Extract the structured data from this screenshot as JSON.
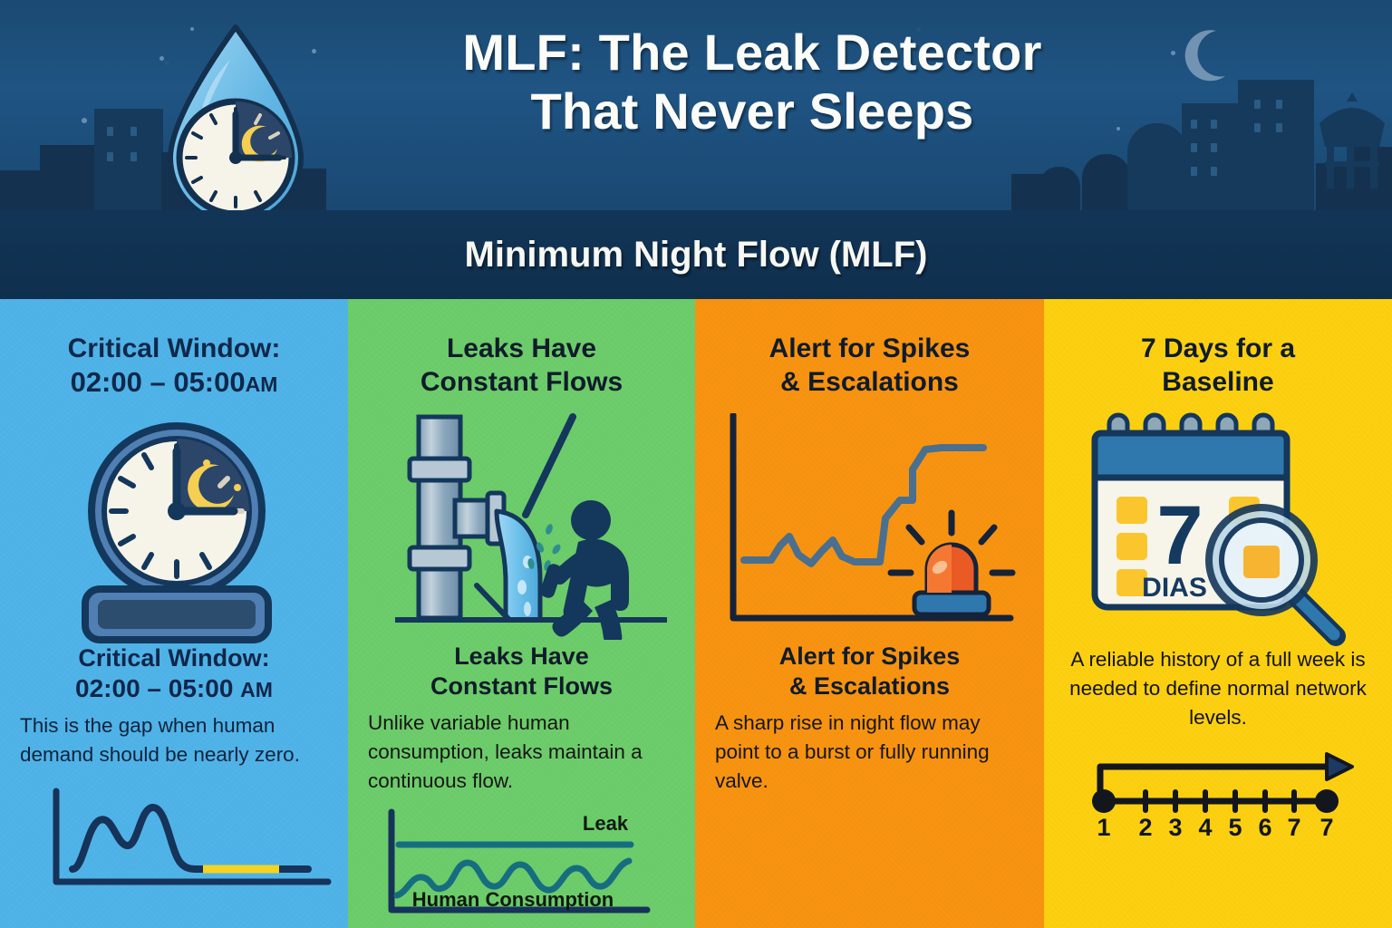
{
  "header": {
    "title_line1": "MLF: The Leak Detector",
    "title_line2": "That Never Sleeps",
    "subtitle": "Minimum Night Flow (MLF)",
    "drop_icon": "water-drop-night-clock-icon",
    "moon_icon": "crescent-moon-icon",
    "colors": {
      "band_top": "#1f5483",
      "band_bottom": "#0f2f4d",
      "title": "#fbfbf7"
    }
  },
  "columns": [
    {
      "id": "critical-window",
      "accent": "#4fb3e8",
      "heading_line1": "Critical Window:",
      "heading_line2": "02:00 – 05:00",
      "heading_suffix": "AM",
      "icon": "night-alarm-clock-icon",
      "body_heading_line1": "Critical Window:",
      "body_heading_line2": "02:00 – 05:00",
      "body_heading_suffix": "AM",
      "body_text": "This is the gap when human demand should be nearly zero.",
      "mini_chart": "demand-curve-night-window-sparkline"
    },
    {
      "id": "constant-flows",
      "accent": "#6ccc6a",
      "heading_line1": "Leaks Have",
      "heading_line2": "Constant Flows",
      "heading_suffix": "",
      "icon": "leaking-pipe-worker-icon",
      "body_heading_line1": "Leaks Have",
      "body_heading_line2": "Constant Flows",
      "body_heading_suffix": "",
      "body_text": "Unlike variable human consumption, leaks maintain a continuous flow.",
      "mini_chart": "leak-vs-human-consumption-chart",
      "mini_labels": {
        "leak": "Leak",
        "human": "Human Consumption"
      }
    },
    {
      "id": "alert-spikes",
      "accent": "#f79310",
      "heading_line1": "Alert for Spikes",
      "heading_line2": "& Escalations",
      "heading_suffix": "",
      "icon": "step-rise-chart-siren-icon",
      "body_heading_line1": "Alert for Spikes",
      "body_heading_line2": "& Escalations",
      "body_heading_suffix": "",
      "body_text": "A sharp rise in night flow may point to a burst or fully running valve.",
      "mini_chart": ""
    },
    {
      "id": "seven-day-baseline",
      "accent": "#fcd010",
      "heading_line1": "7 Days for a",
      "heading_line2": "Baseline",
      "heading_suffix": "",
      "icon": "calendar-magnifier-icon",
      "calendar_number": "7",
      "calendar_caption": "DIAS",
      "body_heading_line1": "",
      "body_heading_line2": "",
      "body_heading_suffix": "",
      "body_text": "A reliable history of a full week is needed to define normal network levels.",
      "mini_chart": "seven-day-timeline",
      "timeline_labels": [
        "1",
        "2",
        "3",
        "4",
        "5",
        "6",
        "7",
        "7"
      ]
    }
  ],
  "chart_data": [
    {
      "type": "line",
      "id": "demand-curve-night-window-sparkline",
      "title": "",
      "xlabel": "",
      "ylabel": "",
      "series": [
        {
          "name": "Human demand",
          "values": [
            6,
            10,
            52,
            60,
            44,
            72,
            30,
            7,
            5,
            5,
            5,
            5
          ]
        }
      ],
      "x": [
        0,
        1,
        2,
        3,
        4,
        5,
        6,
        7,
        8,
        9,
        10,
        11
      ],
      "annotations": [
        {
          "label": "night window highlight",
          "color": "#f5d322",
          "x_start": 7.2,
          "x_end": 10.2
        }
      ],
      "grid": false,
      "legend": "none",
      "ylim": [
        0,
        80
      ]
    },
    {
      "type": "line",
      "id": "leak-vs-human-consumption-chart",
      "title": "",
      "xlabel": "",
      "ylabel": "",
      "series": [
        {
          "name": "Leak",
          "values": [
            70,
            70,
            70,
            70,
            70,
            70,
            70,
            70,
            70,
            70
          ],
          "color": "#146b7d"
        },
        {
          "name": "Human Consumption",
          "values": [
            12,
            24,
            16,
            34,
            24,
            30,
            18,
            34,
            20,
            36
          ],
          "color": "#176d80"
        }
      ],
      "x": [
        0,
        1,
        2,
        3,
        4,
        5,
        6,
        7,
        8,
        9
      ],
      "grid": false,
      "legend": "inline-labels",
      "ylim": [
        0,
        100
      ]
    },
    {
      "type": "line",
      "id": "step-rise-chart-siren-icon",
      "title": "",
      "xlabel": "",
      "ylabel": "",
      "series": [
        {
          "name": "Night flow",
          "values": [
            12,
            12,
            14,
            30,
            14,
            28,
            16,
            16,
            16,
            60,
            60,
            86,
            86
          ],
          "color": "#4a6f8f"
        }
      ],
      "x": [
        0,
        1,
        2,
        3,
        4,
        5,
        6,
        7,
        8,
        9,
        10,
        11,
        12
      ],
      "grid": false,
      "legend": "none",
      "ylim": [
        0,
        100
      ]
    },
    {
      "type": "scatter",
      "id": "seven-day-timeline",
      "title": "",
      "xlabel": "",
      "ylabel": "",
      "categories": [
        "1",
        "2",
        "3",
        "4",
        "5",
        "6",
        "7",
        "7"
      ],
      "values": [
        1,
        2,
        3,
        4,
        5,
        6,
        7,
        7
      ],
      "grid": false,
      "legend": "none"
    }
  ]
}
